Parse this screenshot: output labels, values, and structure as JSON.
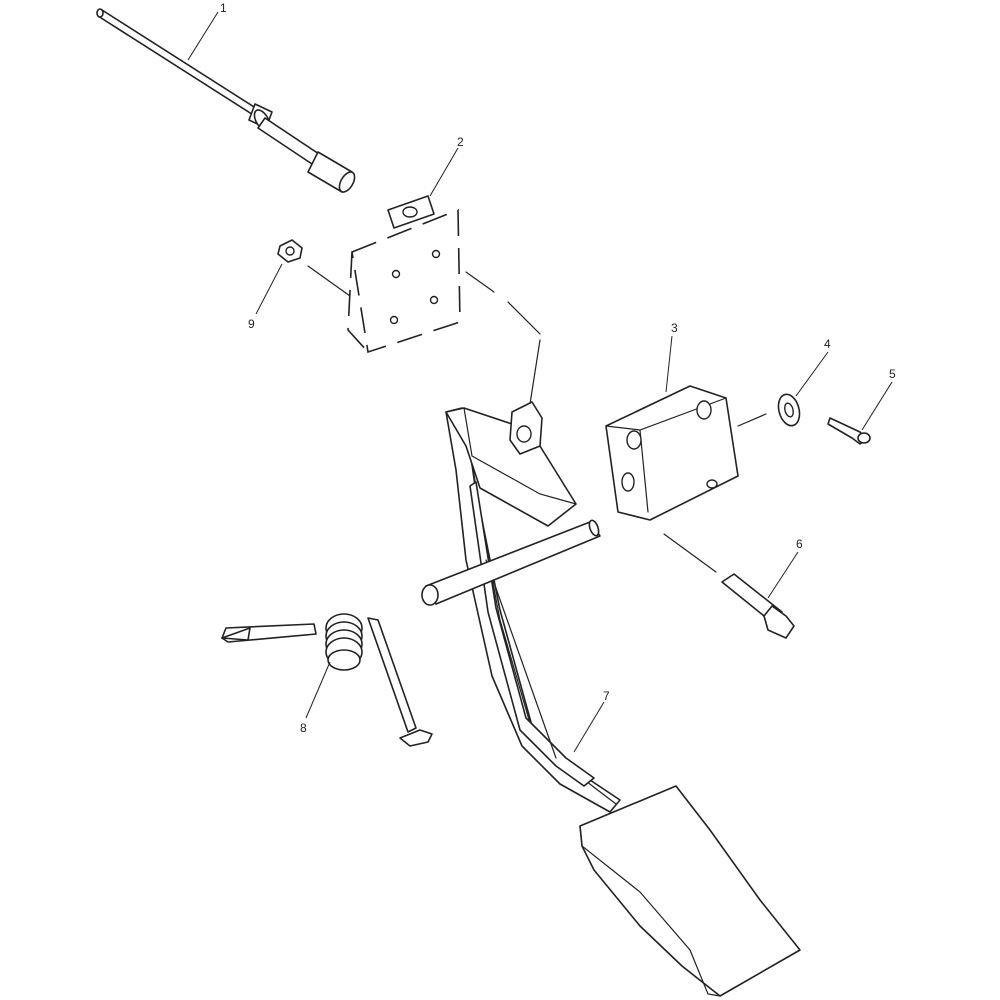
{
  "callouts": {
    "c1": "1",
    "c2": "2",
    "c3": "3",
    "c4": "4",
    "c5": "5",
    "c6": "6",
    "c7": "7",
    "c8": "8",
    "c9": "9"
  },
  "colors": {
    "line": "#222222",
    "background": "#ffffff"
  }
}
